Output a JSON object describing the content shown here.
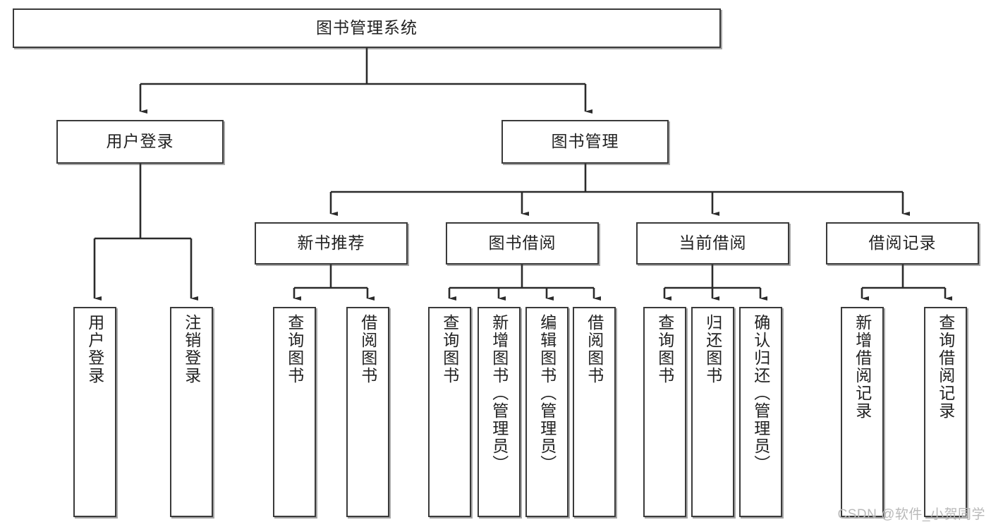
{
  "diagram": {
    "title": "图书管理系统",
    "type": "tree-hierarchy-chart",
    "watermark": "CSDN @软件_小贺同学",
    "colors": {
      "box_border": "#3a3a3a",
      "box_fill": "#ffffff",
      "edge": "#2b2b2b",
      "text": "#222222",
      "watermark": "#b9b9b9"
    },
    "nodes": {
      "root": {
        "label": "图书管理系统"
      },
      "level2": [
        {
          "id": "user-login",
          "label": "用户登录"
        },
        {
          "id": "book-management",
          "label": "图书管理"
        }
      ],
      "level3": [
        {
          "id": "new-book-recommend",
          "label": "新书推荐"
        },
        {
          "id": "book-borrow",
          "label": "图书借阅"
        },
        {
          "id": "current-borrow",
          "label": "当前借阅"
        },
        {
          "id": "borrow-record",
          "label": "借阅记录"
        }
      ],
      "leaves": {
        "user_login": [
          {
            "id": "leaf-user-login",
            "label": "用户登录"
          },
          {
            "id": "leaf-logout",
            "label": "注销登录"
          }
        ],
        "new_book_recommend": [
          {
            "id": "leaf-query-book-1",
            "label": "查询图书"
          },
          {
            "id": "leaf-borrow-book-1",
            "label": "借阅图书"
          }
        ],
        "book_borrow": [
          {
            "id": "leaf-query-book-2",
            "label": "查询图书"
          },
          {
            "id": "leaf-add-book",
            "label": "新增图书（管理员）"
          },
          {
            "id": "leaf-edit-book",
            "label": "编辑图书（管理员）"
          },
          {
            "id": "leaf-borrow-book-2",
            "label": "借阅图书"
          }
        ],
        "current_borrow": [
          {
            "id": "leaf-query-book-3",
            "label": "查询图书"
          },
          {
            "id": "leaf-return-book",
            "label": "归还图书"
          },
          {
            "id": "leaf-confirm-return",
            "label": "确认归还（管理员）"
          }
        ],
        "borrow_record": [
          {
            "id": "leaf-add-record",
            "label": "新增借阅记录"
          },
          {
            "id": "leaf-query-record",
            "label": "查询借阅记录"
          }
        ]
      }
    }
  }
}
